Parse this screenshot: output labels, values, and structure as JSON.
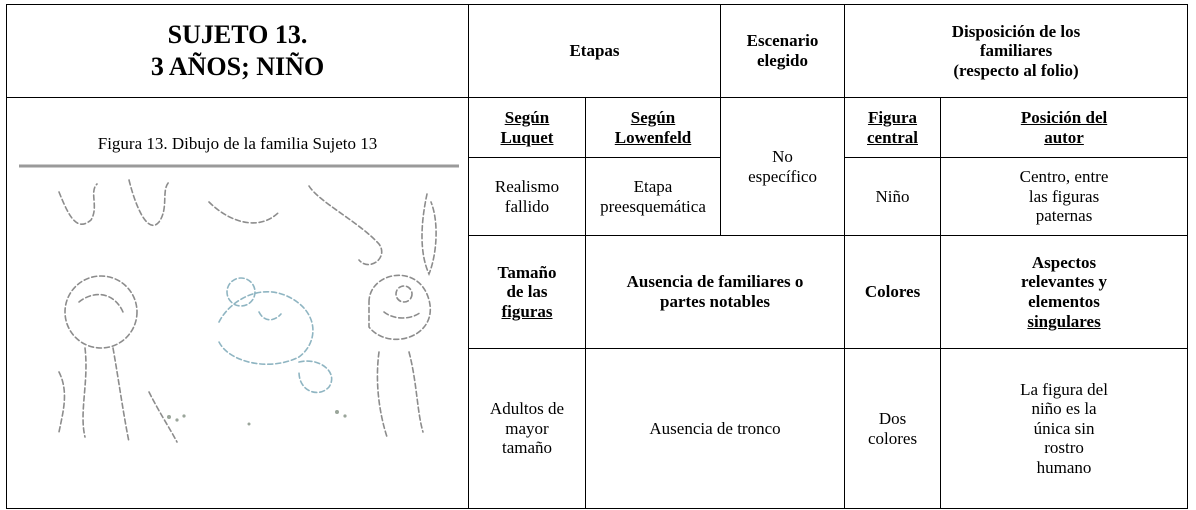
{
  "subject": {
    "line1": "SUJETO 13.",
    "line2": "3 AÑOS; NIÑO"
  },
  "headers": {
    "etapas": "Etapas",
    "escenario": "Escenario elegido",
    "disposicion": [
      "Disposición de los",
      "familiares",
      "(respecto al folio)"
    ]
  },
  "figure": {
    "caption": "Figura 13. Dibujo de la familia Sujeto 13",
    "drawing_icon": "child-family-drawing"
  },
  "subheaders": {
    "luquet": [
      "Según",
      "Luquet"
    ],
    "lowenfeld": [
      "Según",
      "Lowenfeld"
    ],
    "figura_central": [
      "Figura",
      "central"
    ],
    "posicion_autor": [
      "Posición del",
      "autor"
    ]
  },
  "values": {
    "luquet": [
      "Realismo",
      "fallido"
    ],
    "lowenfeld": [
      "Etapa",
      "preesquemática"
    ],
    "escenario": [
      "No",
      "específico"
    ],
    "figura_central": "Niño",
    "posicion_autor": [
      "Centro, entre",
      "las figuras",
      "paternas"
    ]
  },
  "subheaders2": {
    "tamano": [
      "Tamaño",
      "de las",
      "figuras"
    ],
    "ausencia": [
      "Ausencia de familiares o",
      "partes notables"
    ],
    "colores": "Colores",
    "aspectos": [
      "Aspectos",
      "relevantes y",
      "elementos",
      "singulares"
    ]
  },
  "values2": {
    "tamano": [
      "Adultos de",
      "mayor",
      "tamaño"
    ],
    "ausencia": "Ausencia de tronco",
    "colores": [
      "Dos",
      "colores"
    ],
    "aspectos": [
      "La figura del",
      "niño es la",
      "única sin",
      "rostro",
      "humano"
    ]
  }
}
